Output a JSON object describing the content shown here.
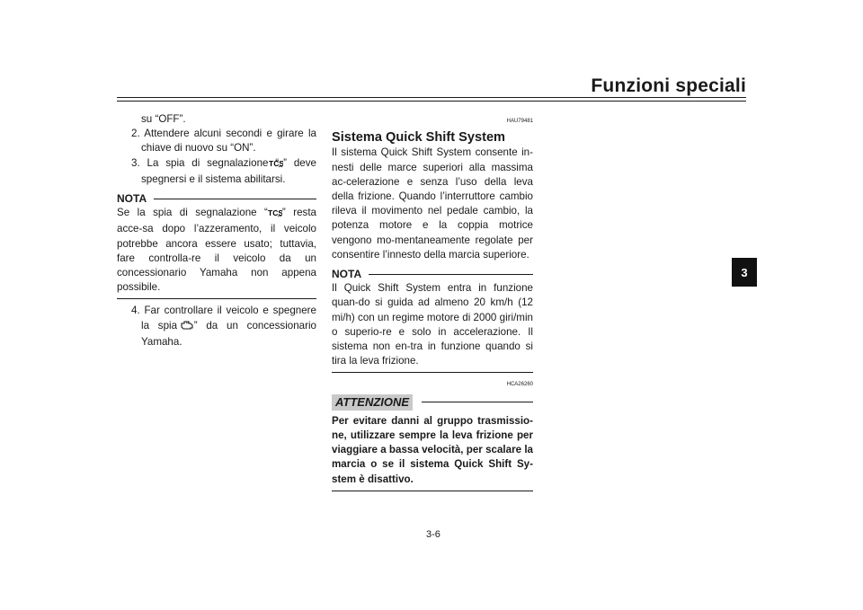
{
  "header": {
    "title": "Funzioni speciali",
    "chapter": "3"
  },
  "col1": {
    "p1": "su “OFF”.",
    "item2": "2. Attendere alcuni secondi e girare la chiave di nuovo su “ON”.",
    "item3_pre": "3. La spia di segnalazione “",
    "item3_post": "” deve spegnersi e il sistema abilitarsi.",
    "nota_label": "NOTA",
    "nota_pre": "Se la spia di segnalazione “",
    "nota_post": "” resta acce-sa dopo l’azzeramento, il veicolo potrebbe ancora essere usato; tuttavia, fare controlla-re il veicolo da un concessionario Yamaha non appena possibile.",
    "item4_pre": "4. Far controllare il veicolo e spegnere la spia “",
    "item4_post": "” da un concessionario Yamaha.",
    "icons": {
      "tcs": "tcs-icon",
      "engine": "engine-warning-icon"
    }
  },
  "col2": {
    "code1": "HAU79481",
    "heading": "Sistema Quick Shift System",
    "p1": "Il sistema Quick Shift System consente in-nesti delle marce superiori alla massima ac-celerazione e senza l’uso della leva della frizione. Quando l’interruttore cambio rileva il movimento nel pedale cambio, la potenza motore e la coppia motrice vengono mo-mentaneamente regolate per consentire l’innesto della marcia superiore.",
    "nota_label": "NOTA",
    "nota_text": "Il Quick Shift System entra in funzione quan-do si guida ad almeno 20 km/h (12 mi/h) con un regime motore di 2000 giri/min o superio-re e solo in accelerazione. Il sistema non en-tra in funzione quando si tira la leva frizione.",
    "code2": "HCA26260",
    "attention_label": "ATTENZIONE",
    "attention_text": "Per evitare danni al gruppo trasmissio-ne, utilizzare sempre la leva frizione per viaggiare a bassa velocità, per scalare la marcia o se il sistema Quick Shift Sy-stem è disattivo."
  },
  "footer": {
    "page": "3-6"
  }
}
